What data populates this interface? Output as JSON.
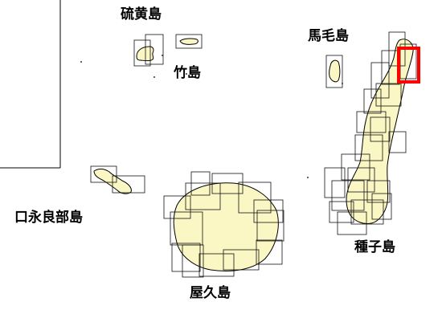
{
  "labels": {
    "iwo": "硫黄島",
    "take": "竹島",
    "mage": "馬毛島",
    "kuchinoerabu": "口永良部島",
    "yakushima": "屋久島",
    "tanegashima": "種子島"
  },
  "colors": {
    "land": "#fbf7c4",
    "outline": "#000000",
    "highlight": "#ff0000"
  }
}
